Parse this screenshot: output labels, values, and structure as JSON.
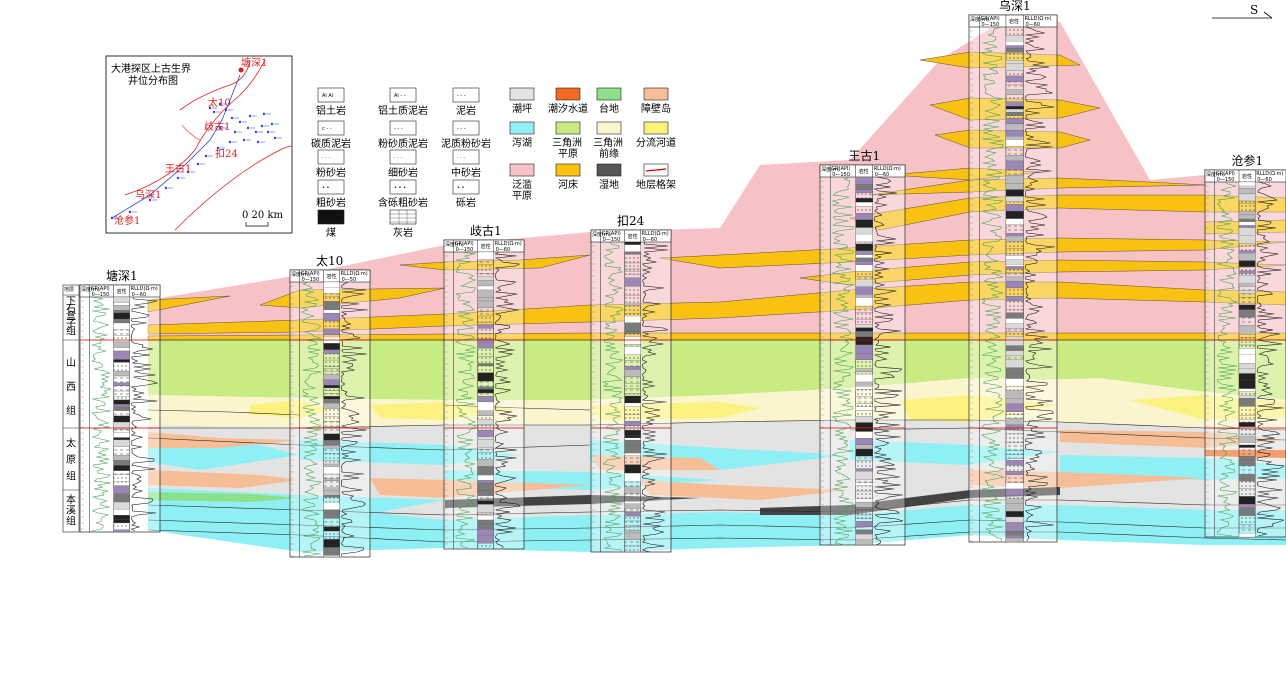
{
  "north_arrow": {
    "label": "S"
  },
  "inset": {
    "title_line1": "大港探区上古生界",
    "title_line2": "井位分布图",
    "scale_label": "0 20 km",
    "wells": [
      "塘深1",
      "太10",
      "歧古1",
      "扣24",
      "王古1",
      "乌深1",
      "沧参1"
    ]
  },
  "legend": {
    "lithology": [
      {
        "label": "铝土岩",
        "symbol": "Al Al"
      },
      {
        "label": "铝土质泥岩",
        "symbol": "Al - -"
      },
      {
        "label": "泥岩",
        "symbol": "- - -"
      },
      {
        "label": "碳质泥岩",
        "symbol": "c - -"
      },
      {
        "label": "粉砂质泥岩",
        "symbol": "- - -"
      },
      {
        "label": "泥质粉砂岩",
        "symbol": "- - -"
      },
      {
        "label": "粉砂岩",
        "symbol": "· · ·"
      },
      {
        "label": "细砂岩",
        "symbol": "· · ·"
      },
      {
        "label": "中砂岩",
        "symbol": "· · ·"
      },
      {
        "label": "粗砂岩",
        "symbol": "• •"
      },
      {
        "label": "含砾粗砂岩",
        "symbol": "• • •"
      },
      {
        "label": "砾岩",
        "symbol": "• •"
      },
      {
        "label": "煤",
        "symbol": ""
      },
      {
        "label": "灰岩",
        "symbol": ""
      }
    ],
    "facies": [
      {
        "label": "潮坪",
        "color": "#e3e3e3"
      },
      {
        "label": "潮汐水道",
        "color": "#f26a21"
      },
      {
        "label": "台地",
        "color": "#8de08a"
      },
      {
        "label": "障壁岛",
        "color": "#f6bd96"
      },
      {
        "label": "泻湖",
        "color": "#8ef0f4"
      },
      {
        "label": "三角洲平原",
        "color": "#c9ec82"
      },
      {
        "label": "三角洲前缘",
        "color": "#fbf5cd"
      },
      {
        "label": "分流河道",
        "color": "#fcf280"
      },
      {
        "label": "泛滥平原",
        "color": "#f6c2c6"
      },
      {
        "label": "河床",
        "color": "#f9c111"
      },
      {
        "label": "湿地",
        "color": "#555555"
      },
      {
        "label": "地层格架",
        "color": "#cc0000"
      }
    ]
  },
  "strat_column": {
    "header": "地层",
    "units": [
      {
        "label": "下石盒子组"
      },
      {
        "label": "山西组"
      },
      {
        "label": "太原组"
      },
      {
        "label": "本溪组"
      }
    ]
  },
  "log_headers": {
    "depth": "深度(m)",
    "gr": "GR(API)",
    "gr_range": "0—150",
    "lith": "岩性",
    "rlld": "RLLD(Ω·m)",
    "rlld_range": "0—60",
    "rlld_range_alt": "0—50"
  },
  "wells": [
    {
      "name": "塘深1"
    },
    {
      "name": "太10"
    },
    {
      "name": "歧古1"
    },
    {
      "name": "扣24"
    },
    {
      "name": "王古1"
    },
    {
      "name": "乌深1"
    },
    {
      "name": "沧参1"
    }
  ]
}
